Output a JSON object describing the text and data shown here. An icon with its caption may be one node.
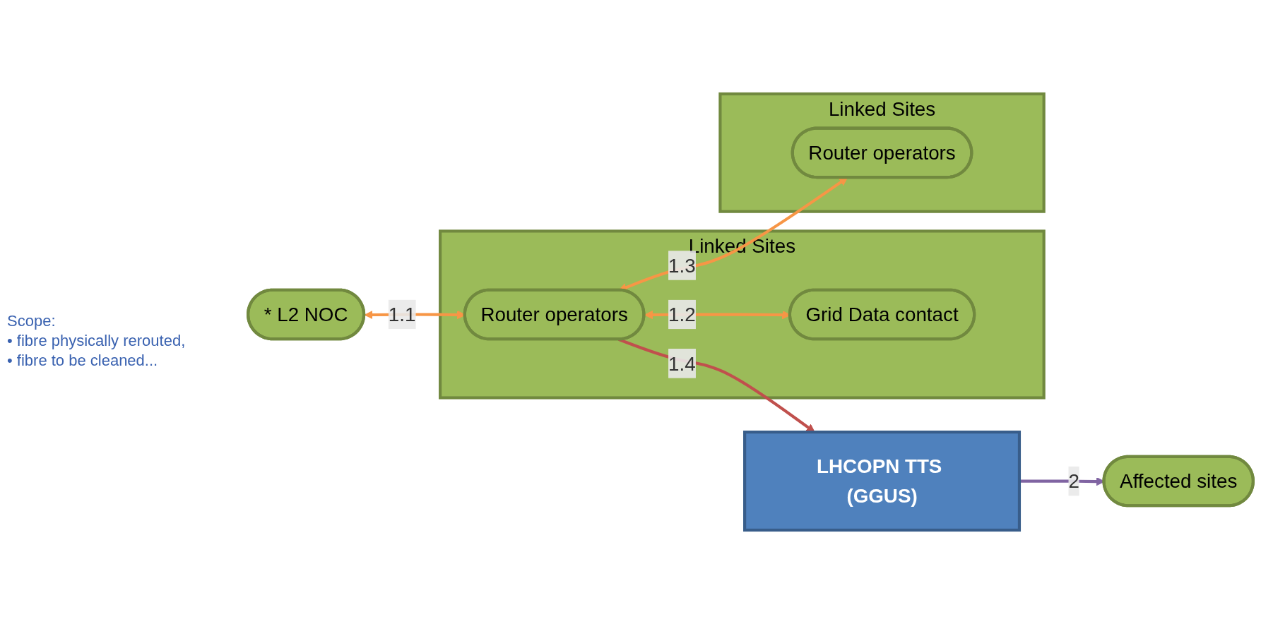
{
  "diagram": {
    "nodes": [
      {
        "text": [
          "* L2 NOC"
        ]
      },
      {
        "text": [
          "Linked Sites"
        ]
      },
      {
        "text": [
          "Router operators"
        ],
        "in": 1
      },
      {
        "text": [
          "Grid Data contact"
        ],
        "in": 1
      },
      {
        "text": [
          "LHCOPN TTS (GGUS)"
        ]
      },
      {
        "text": [
          "Affected sites"
        ]
      },
      {
        "text": [
          "Linked Sites"
        ]
      },
      {
        "text": [
          "Router operators"
        ],
        "in": 6
      }
    ],
    "edges": [
      {
        "from": 0,
        "to": 2,
        "arrow": "both",
        "label": "1.1"
      },
      {
        "from": 2,
        "to": 3,
        "arrow": "both",
        "label": "1.2"
      },
      {
        "from": 2,
        "to": 7,
        "arrow": "both",
        "label": "1.3"
      },
      {
        "from": 2,
        "to": 4,
        "arrow": "to",
        "label": "1.4",
        "color": "#c0504d"
      },
      {
        "from": 4,
        "to": 5,
        "arrow": "to",
        "label": "2",
        "color": "#8064a2"
      }
    ],
    "labels": [
      "Scope:",
      "• fibre physically rerouted,",
      "• fibre to be cleaned..."
    ]
  }
}
